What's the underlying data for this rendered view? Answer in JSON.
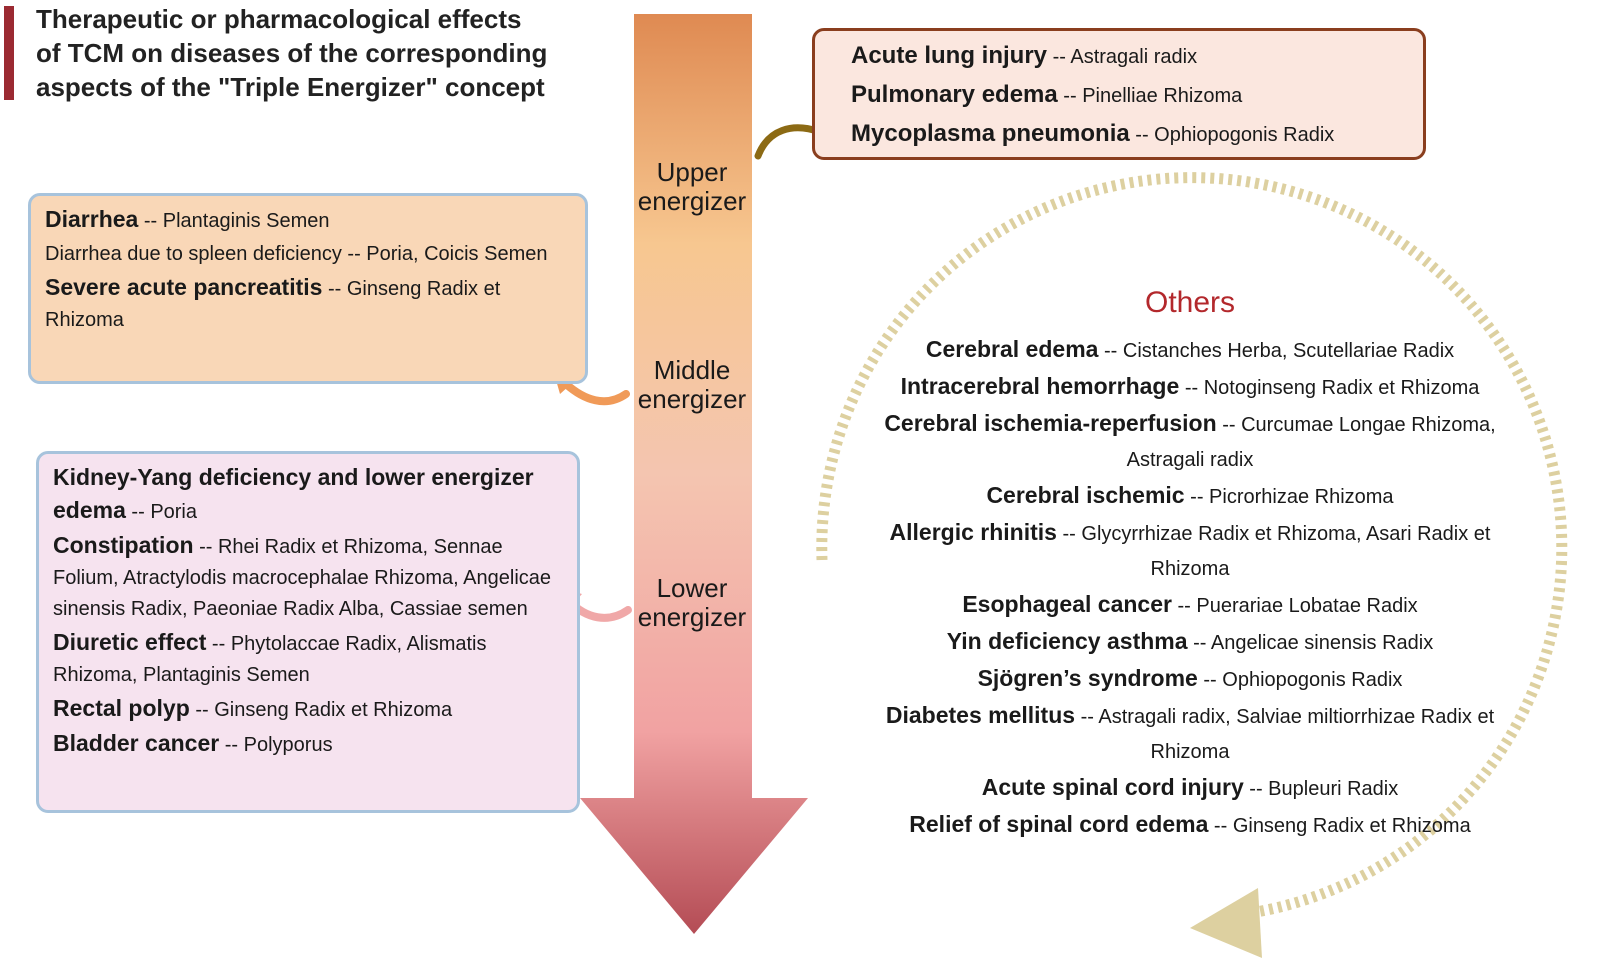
{
  "title": "Therapeutic or pharmacological effects\nof TCM on diseases of the corresponding\naspects of the \"Triple Energizer\" concept",
  "stages": {
    "upper": [
      "Upper",
      "energizer"
    ],
    "middle": [
      "Middle",
      "energizer"
    ],
    "lower": [
      "Lower",
      "energizer"
    ]
  },
  "upper_box": [
    {
      "disease": "Acute lung injury",
      "herbs": "Astragali radix"
    },
    {
      "disease": "Pulmonary edema",
      "herbs": "Pinelliae Rhizoma"
    },
    {
      "disease": "Mycoplasma pneumonia",
      "herbs": "Ophiopogonis Radix"
    }
  ],
  "middle_box": [
    {
      "disease": "Diarrhea",
      "herbs": "Plantaginis Semen",
      "bold": true
    },
    {
      "disease": "Diarrhea due to spleen deficiency",
      "herbs": "Poria, Coicis Semen",
      "bold": false
    },
    {
      "disease": "Severe acute pancreatitis",
      "herbs": "Ginseng Radix et Rhizoma",
      "bold": true
    }
  ],
  "lower_box": [
    {
      "disease": "Kidney-Yang deficiency and lower energizer edema",
      "herbs": "Poria"
    },
    {
      "disease": "Constipation",
      "herbs": "Rhei Radix et Rhizoma, Sennae Folium, Atractylodis macrocephalae Rhizoma, Angelicae sinensis Radix, Paeoniae Radix Alba, Cassiae semen"
    },
    {
      "disease": "Diuretic effect",
      "herbs": "Phytolaccae Radix, Alismatis Rhizoma, Plantaginis Semen"
    },
    {
      "disease": "Rectal polyp",
      "herbs": "Ginseng Radix et Rhizoma"
    },
    {
      "disease": "Bladder cancer",
      "herbs": "Polyporus"
    }
  ],
  "others_title": "Others",
  "others": [
    {
      "disease": "Cerebral edema",
      "herbs": "Cistanches Herba, Scutellariae Radix"
    },
    {
      "disease": "Intracerebral hemorrhage",
      "herbs": "Notoginseng Radix et Rhizoma"
    },
    {
      "disease": "Cerebral ischemia-reperfusion",
      "herbs": "Curcumae Longae Rhizoma,    Astragali radix"
    },
    {
      "disease": "Cerebral ischemic",
      "herbs": "Picrorhizae Rhizoma"
    },
    {
      "disease": "Allergic rhinitis",
      "herbs": "Glycyrrhizae Radix et Rhizoma, Asari Radix et Rhizoma"
    },
    {
      "disease": "Esophageal cancer",
      "herbs": "Puerariae Lobatae Radix"
    },
    {
      "disease": "Yin deficiency asthma",
      "herbs": "Angelicae sinensis Radix"
    },
    {
      "disease": "Sjögren’s syndrome",
      "herbs": "Ophiopogonis Radix"
    },
    {
      "disease": "Diabetes mellitus",
      "herbs": "Astragali radix, Salviae miltiorrhizae Radix et Rhizoma"
    },
    {
      "disease": "Acute spinal cord injury",
      "herbs": "Bupleuri Radix"
    },
    {
      "disease": "Relief of spinal cord edema",
      "herbs": "Ginseng Radix et Rhizoma"
    }
  ],
  "sep": " -- ",
  "colors": {
    "arrow_top": "#e08a50",
    "arrow_mid": "#f6c08a",
    "arrow_low": "#f2a6a6",
    "arrow_tip": "#b84f57",
    "upper_curl": "#8c6a14",
    "middle_curl": "#f09a58",
    "lower_curl": "#f0a8a8",
    "dotted_circle": "#ddd0a0",
    "others_title": "#b3282c"
  }
}
